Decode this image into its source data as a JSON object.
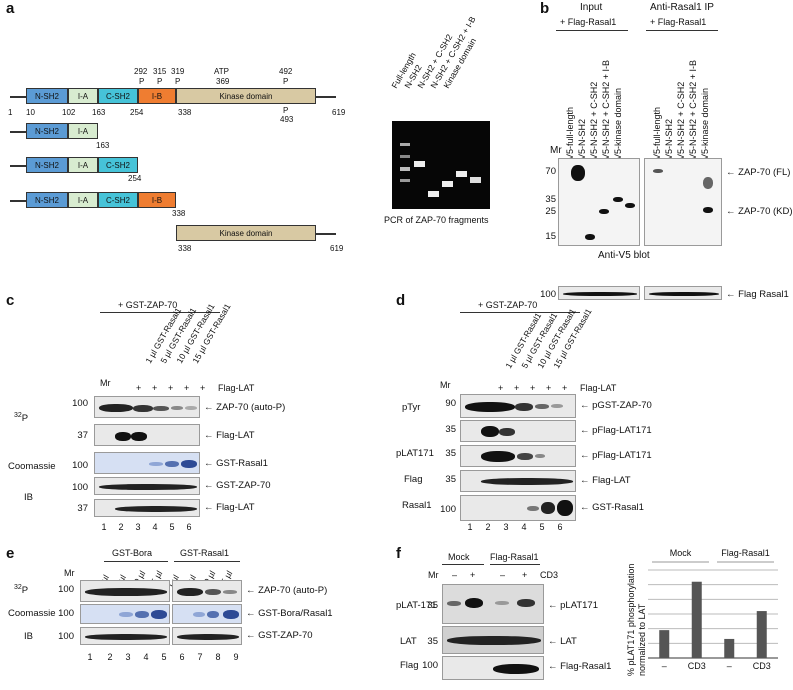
{
  "panels": {
    "a": "a",
    "b": "b",
    "c": "c",
    "d": "d",
    "e": "e",
    "f": "f"
  },
  "a": {
    "domains": {
      "nsh2": "N-SH2",
      "ia": "I-A",
      "csh2": "C-SH2",
      "ib": "I-B",
      "kinase": "Kinase domain"
    },
    "top_marks": {
      "p292": "292",
      "p315": "315",
      "p319": "319",
      "atp": "ATP",
      "atp369": "369",
      "p492": "492",
      "p": "P",
      "p493": "493"
    },
    "positions": {
      "n1": "1",
      "n10": "10",
      "n102": "102",
      "n163": "163",
      "n254": "254",
      "n338": "338",
      "n619": "619"
    },
    "gel_lanes": [
      "Full-length",
      "N-SH2",
      "N-SH2 + C-SH2",
      "N-SH2 + C-SH2 + I-B",
      "Kinase domain"
    ],
    "gel_caption": "PCR of ZAP-70 fragments"
  },
  "b": {
    "input_title": "Input",
    "ip_title": "Anti-Rasal1 IP",
    "plus_flag": "+ Flag-Rasal1",
    "lanes": [
      "V5-full-length",
      "V5-N-SH2",
      "V5-N-SH2 + C-SH2",
      "V5-N-SH2 + C-SH2 + I-B",
      "V5-kinase domain"
    ],
    "mr": "Mr",
    "markers": [
      "70",
      "35",
      "25",
      "15"
    ],
    "marker100": "100",
    "fl": "ZAP-70 (FL)",
    "kd": "ZAP-70 (KD)",
    "blot_caption": "Anti-V5 blot",
    "flag_label": "Flag Rasal1"
  },
  "c": {
    "header": "+ GST-ZAP-70",
    "lanes": [
      "1 µl GST-Rasal1",
      "5 µl GST-Rasal1",
      "10 µl GST-Rasal1",
      "15 µl GST-Rasal1"
    ],
    "mr": "Mr",
    "plus": "+",
    "flag_lat": "Flag-LAT",
    "p32": "32",
    "pP": "P",
    "coomassie": "Coomassie",
    "ib": "IB",
    "markers": [
      "100",
      "37",
      "100",
      "100",
      "37"
    ],
    "bands": [
      "ZAP-70 (auto-P)",
      "Flag-LAT",
      "GST-Rasal1",
      "GST-ZAP-70",
      "Flag-LAT"
    ],
    "lane_numbers": [
      "1",
      "2",
      "3",
      "4",
      "5",
      "6"
    ]
  },
  "d": {
    "header": "+ GST-ZAP-70",
    "lanes": [
      "1 µl GST-Rasal1",
      "5 µl GST-Rasal1",
      "10 µl GST-Rasal1",
      "15 µl GST-Rasal1"
    ],
    "mr": "Mr",
    "plus": "+",
    "flag_lat": "Flag-LAT",
    "row_labels": [
      "pTyr",
      "",
      "pLAT171",
      "Flag",
      "Rasal1"
    ],
    "markers": [
      "90",
      "35",
      "35",
      "35",
      "100"
    ],
    "bands": [
      "pGST-ZAP-70",
      "pFlag-LAT171",
      "pFlag-LAT171",
      "Flag-LAT",
      "GST-Rasal1"
    ],
    "lane_numbers": [
      "1",
      "2",
      "3",
      "4",
      "5",
      "6"
    ]
  },
  "e": {
    "bora": "GST-Bora",
    "rasal": "GST-Rasal1",
    "vols": [
      "1 µl",
      "5 µl",
      "10 µl",
      "15 µl"
    ],
    "mr": "Mr",
    "p32": "32",
    "pP": "P",
    "coomassie": "Coomassie",
    "ib": "IB",
    "markers": [
      "100",
      "100",
      "100"
    ],
    "bands": [
      "ZAP-70 (auto-P)",
      "GST-Bora/Rasal1",
      "GST-ZAP-70"
    ],
    "lane_numbers": [
      "1",
      "2",
      "3",
      "4",
      "5",
      "6",
      "7",
      "8",
      "9"
    ]
  },
  "f": {
    "mock": "Mock",
    "flag_rasal": "Flag-Rasal1",
    "mr": "Mr",
    "signs": [
      "–",
      "+",
      "–",
      "+"
    ],
    "cd3": "CD3",
    "row_labels": [
      "pLAT-171",
      "LAT",
      "Flag"
    ],
    "markers": [
      "35",
      "35",
      "100"
    ],
    "bands": [
      "pLAT171",
      "LAT",
      "Flag-Rasal1"
    ],
    "ylabel_1": "% pLAT171 phosphorylation",
    "ylabel_2": "normalized to LAT"
  },
  "chart_data": {
    "type": "bar",
    "title": "",
    "group_labels": [
      "Mock",
      "Flag-Rasal1"
    ],
    "categories": [
      "–",
      "CD3",
      "–",
      "CD3"
    ],
    "values": [
      19,
      52,
      13,
      32
    ],
    "ylabel": "% pLAT171 phosphorylation normalized to LAT",
    "xlabel": "",
    "ylim": [
      0,
      60
    ],
    "grid": true,
    "bar_color": "#555555"
  }
}
